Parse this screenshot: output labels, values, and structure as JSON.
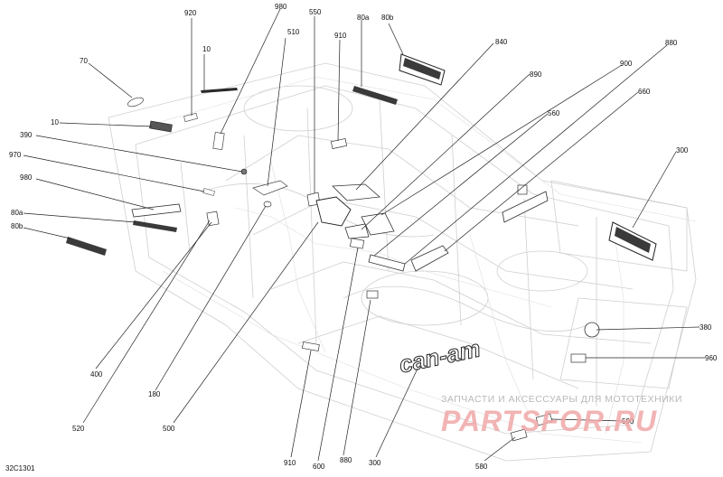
{
  "diagram": {
    "reference_code": "32C1301",
    "callouts": [
      {
        "id": "c920",
        "text": "920"
      },
      {
        "id": "c980t",
        "text": "980"
      },
      {
        "id": "c550",
        "text": "550"
      },
      {
        "id": "c80a_t",
        "text": "80a"
      },
      {
        "id": "c80b_t",
        "text": "80b"
      },
      {
        "id": "c10t",
        "text": "10"
      },
      {
        "id": "c510",
        "text": "510"
      },
      {
        "id": "c910t",
        "text": "910"
      },
      {
        "id": "c840",
        "text": "840"
      },
      {
        "id": "c880t",
        "text": "880"
      },
      {
        "id": "c70",
        "text": "70"
      },
      {
        "id": "c900",
        "text": "900"
      },
      {
        "id": "c890",
        "text": "890"
      },
      {
        "id": "c660",
        "text": "660"
      },
      {
        "id": "c10l",
        "text": "10"
      },
      {
        "id": "c560",
        "text": "560"
      },
      {
        "id": "c390",
        "text": "390"
      },
      {
        "id": "c300r",
        "text": "300"
      },
      {
        "id": "c970",
        "text": "970"
      },
      {
        "id": "c980l",
        "text": "980"
      },
      {
        "id": "c80a_l",
        "text": "80a"
      },
      {
        "id": "c80b_l",
        "text": "80b"
      },
      {
        "id": "c380",
        "text": "380"
      },
      {
        "id": "c960",
        "text": "960"
      },
      {
        "id": "c400",
        "text": "400"
      },
      {
        "id": "c180",
        "text": "180"
      },
      {
        "id": "c520",
        "text": "520"
      },
      {
        "id": "c500",
        "text": "500"
      },
      {
        "id": "c910b",
        "text": "910"
      },
      {
        "id": "c600",
        "text": "600"
      },
      {
        "id": "c880b",
        "text": "880"
      },
      {
        "id": "c300b",
        "text": "300"
      },
      {
        "id": "c590",
        "text": "590"
      },
      {
        "id": "c580",
        "text": "580"
      }
    ],
    "decal_text": "can-am"
  },
  "watermark": {
    "top_line": "ЗАПЧАСТИ И АКСЕССУАРЫ ДЛЯ МОТОТЕХНИКИ",
    "logo": "PARTSFOR.RU"
  },
  "colors": {
    "frame_line": "#c8c8c8",
    "leader_line": "#222222",
    "decal_dark": "#2a2a2a",
    "watermark_logo": "#f0a8a8",
    "watermark_text": "#b9b9b9"
  }
}
